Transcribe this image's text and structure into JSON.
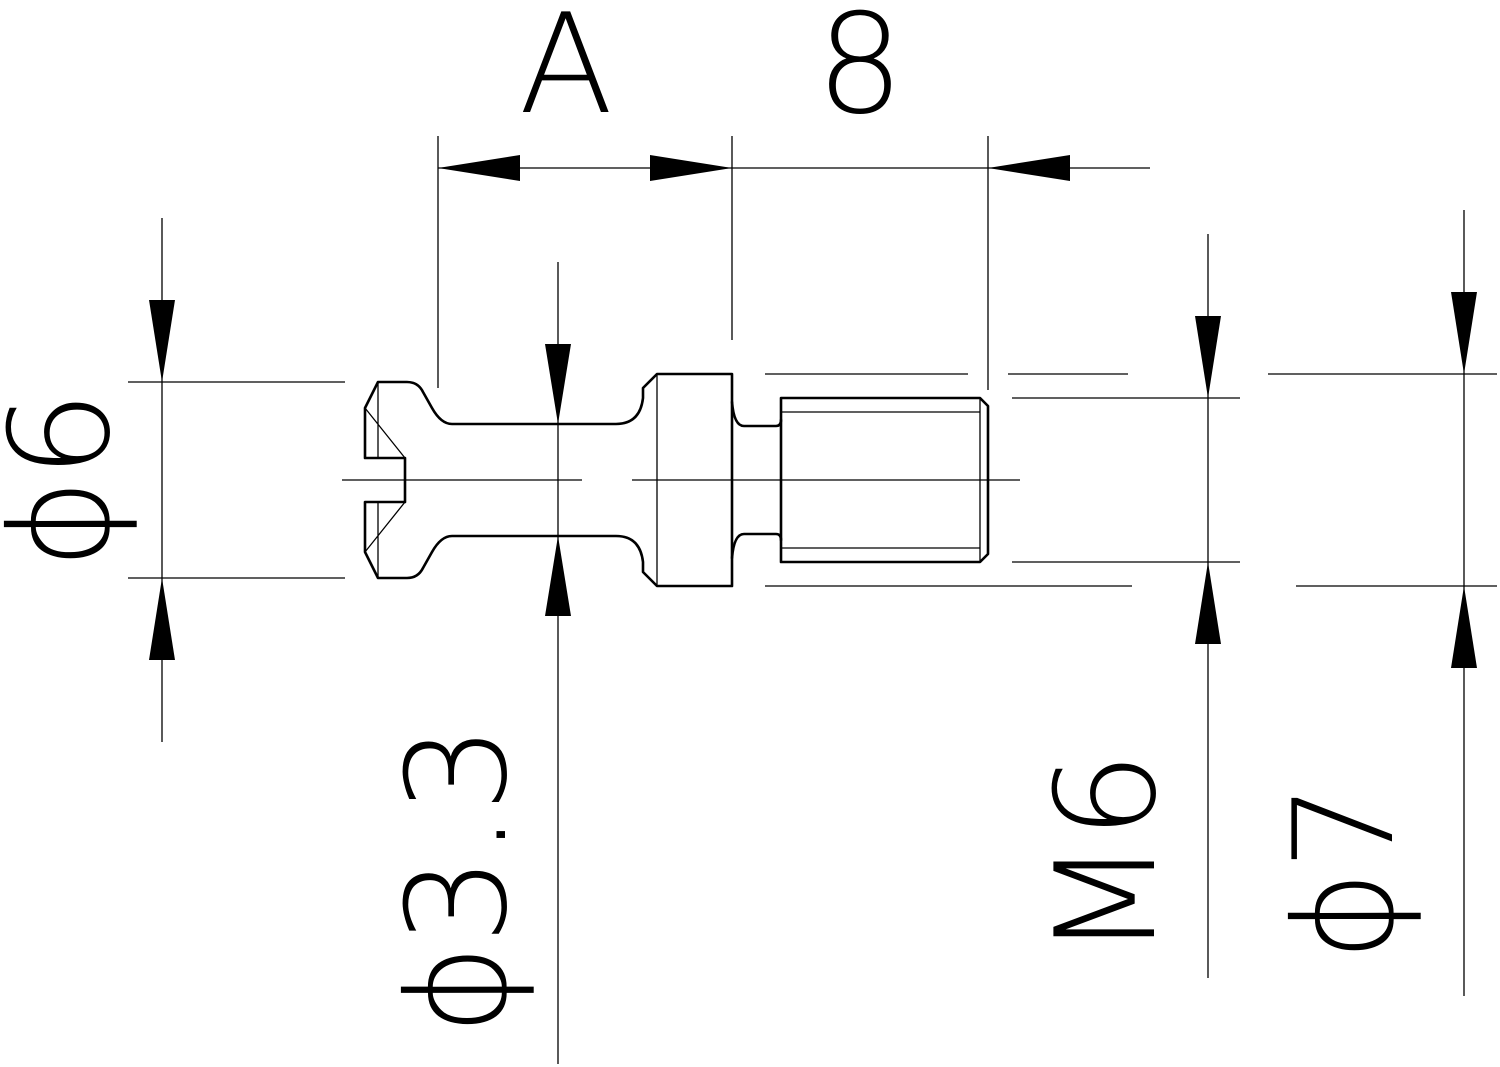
{
  "dimensions": {
    "length_a": "A",
    "length_thread": "8",
    "head_diameter": "ϕ6",
    "neck_diameter": "ϕ3.3",
    "thread_size": "M6",
    "collar_diameter": "ϕ7"
  }
}
